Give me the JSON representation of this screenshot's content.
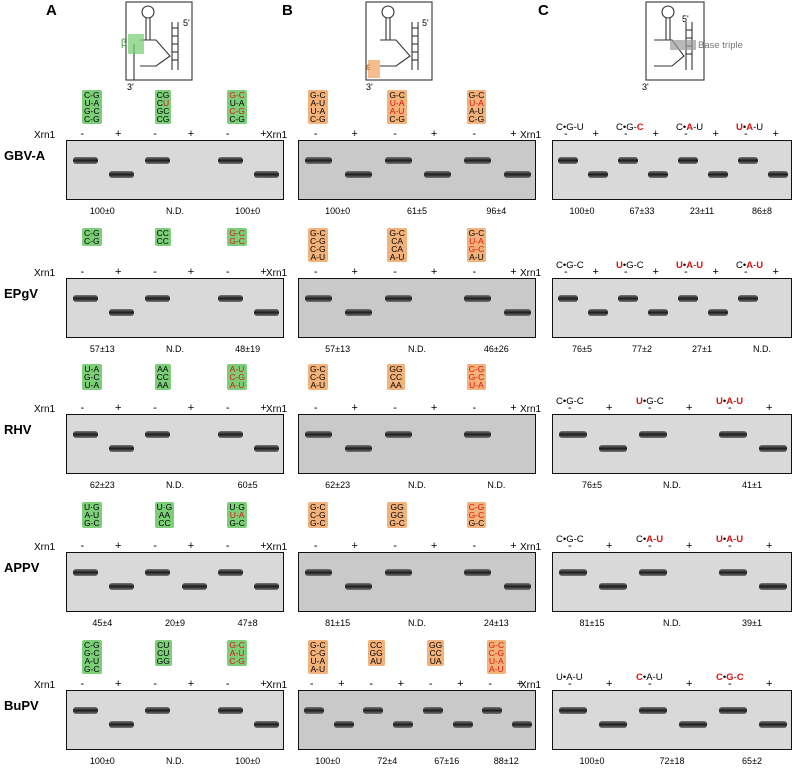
{
  "panels": {
    "a": "A",
    "b": "B",
    "c": "C"
  },
  "schematic": {
    "five_prime": "5'",
    "three_prime": "3'",
    "label_a": "β",
    "label_b": "ε",
    "label_c": "Base triple",
    "colors": {
      "a": "#7ccf78",
      "b": "#f3b27a",
      "c": "#9a9a9a"
    }
  },
  "common": {
    "xrn": "Xrn1",
    "minus": "-",
    "plus": "+"
  },
  "rows": [
    {
      "virus": "GBV-A",
      "a_seqs": [
        [
          [
            "C-G"
          ],
          [
            "U-A"
          ],
          [
            "G-C"
          ],
          [
            "C-G"
          ]
        ],
        [
          [
            "C",
            "G"
          ],
          [
            "C",
            "U",
            "red"
          ],
          [
            "G",
            "C"
          ],
          [
            "C",
            "G"
          ]
        ],
        [
          [
            "G-C",
            "red"
          ],
          [
            "U-A"
          ],
          [
            "C-G",
            "red"
          ],
          [
            "C-G"
          ]
        ]
      ],
      "a_vals": [
        "100±0",
        "N.D.",
        "100±0"
      ],
      "b_seqs": [
        [
          [
            "G-C"
          ],
          [
            "A-U"
          ],
          [
            "U-A"
          ],
          [
            "C-G"
          ]
        ],
        [
          [
            "G-C"
          ],
          [
            "U-A",
            "red"
          ],
          [
            "A-U",
            "red"
          ],
          [
            "C-G"
          ]
        ],
        [
          [
            "G-C"
          ],
          [
            "U-A",
            "red"
          ],
          [
            "A-U"
          ],
          [
            "C-G"
          ]
        ]
      ],
      "b_vals": [
        "100±0",
        "61±5",
        "96±4"
      ],
      "c_triples": [
        "C•G-U",
        "C•G-C",
        "C•A-U",
        "U•A-U"
      ],
      "c_vals": [
        "100±0",
        "67±33",
        "23±11",
        "86±8"
      ]
    },
    {
      "virus": "EPgV",
      "a_seqs": [
        [
          [
            "C-G"
          ],
          [
            "C-G"
          ]
        ],
        [
          [
            "C",
            "C"
          ],
          [
            "C",
            "C"
          ]
        ],
        [
          [
            "G-C",
            "red"
          ],
          [
            "G-C",
            "red"
          ]
        ]
      ],
      "a_vals": [
        "57±13",
        "N.D.",
        "48±19"
      ],
      "b_seqs": [
        [
          [
            "G-C"
          ],
          [
            "C-G"
          ],
          [
            "C-G"
          ],
          [
            "A-U"
          ]
        ],
        [
          [
            "G-C"
          ],
          [
            "C",
            "A"
          ],
          [
            "C",
            "A"
          ],
          [
            "A-U"
          ]
        ],
        [
          [
            "G-C"
          ],
          [
            "U-A",
            "red"
          ],
          [
            "G-C",
            "red"
          ],
          [
            "A-U"
          ]
        ]
      ],
      "b_vals": [
        "57±13",
        "N.D.",
        "46±26"
      ],
      "c_triples": [
        "C•G-C",
        "U•G-C",
        "U•A-U",
        "C•A-U"
      ],
      "c_vals": [
        "76±5",
        "77±2",
        "27±1",
        "N.D."
      ]
    },
    {
      "virus": "RHV",
      "a_seqs": [
        [
          [
            "U-A"
          ],
          [
            "G-C"
          ],
          [
            "U-A"
          ]
        ],
        [
          [
            "A",
            "A"
          ],
          [
            "C",
            "C"
          ],
          [
            "A",
            "A"
          ]
        ],
        [
          [
            "A-U",
            "red"
          ],
          [
            "C-G",
            "red"
          ],
          [
            "A-U",
            "red"
          ]
        ]
      ],
      "a_vals": [
        "62±23",
        "N.D.",
        "60±5"
      ],
      "b_seqs": [
        [
          [
            "G-C"
          ],
          [
            "C-G"
          ],
          [
            "A-U"
          ]
        ],
        [
          [
            "G",
            "G"
          ],
          [
            "C",
            "C"
          ],
          [
            "A",
            "A"
          ]
        ],
        [
          [
            "C-G",
            "red"
          ],
          [
            "G-C",
            "red"
          ],
          [
            "U-A",
            "red"
          ]
        ]
      ],
      "b_vals": [
        "62±23",
        "N.D.",
        "N.D."
      ],
      "c_triples": [
        "C•G-C",
        "U•G-C",
        "U•A-U"
      ],
      "c_vals": [
        "76±5",
        "N.D.",
        "41±1"
      ]
    },
    {
      "virus": "APPV",
      "a_seqs": [
        [
          [
            "U·G"
          ],
          [
            "A-U"
          ],
          [
            "G-C"
          ]
        ],
        [
          [
            "U·G"
          ],
          [
            "A",
            "A"
          ],
          [
            "C",
            "C"
          ]
        ],
        [
          [
            "U·G"
          ],
          [
            "U-A",
            "red"
          ],
          [
            "G-C"
          ]
        ]
      ],
      "a_vals": [
        "45±4",
        "20±9",
        "47±8"
      ],
      "b_seqs": [
        [
          [
            "G-C"
          ],
          [
            "C-G"
          ],
          [
            "G-C"
          ]
        ],
        [
          [
            "G",
            "G"
          ],
          [
            "G",
            "G"
          ],
          [
            "G-C"
          ]
        ],
        [
          [
            "C-G",
            "red"
          ],
          [
            "G-C",
            "red"
          ],
          [
            "G-C"
          ]
        ]
      ],
      "b_vals": [
        "81±15",
        "N.D.",
        "24±13"
      ],
      "c_triples": [
        "C•G-C",
        "C•A-U",
        "U•A-U"
      ],
      "c_vals": [
        "81±15",
        "N.D.",
        "39±1"
      ]
    },
    {
      "virus": "BuPV",
      "a_seqs": [
        [
          [
            "C-G"
          ],
          [
            "G-C"
          ],
          [
            "A-U"
          ],
          [
            "G-C"
          ]
        ],
        [
          [
            "C",
            "U"
          ],
          [
            "C",
            "U"
          ],
          [
            "G",
            "G"
          ]
        ],
        [
          [
            "G-C",
            "red"
          ],
          [
            "A-U",
            "red"
          ],
          [
            "C-G",
            "red"
          ]
        ]
      ],
      "a_vals": [
        "100±0",
        "N.D.",
        "100±0"
      ],
      "b_seqs": [
        [
          [
            "G-C"
          ],
          [
            "C-G"
          ],
          [
            "U-A"
          ],
          [
            "A-U"
          ]
        ],
        [
          [
            "C",
            "C"
          ],
          [
            "G",
            "G"
          ],
          [
            "A",
            "U"
          ]
        ],
        [
          [
            "G",
            "G"
          ],
          [
            "C",
            "C"
          ],
          [
            "U",
            "A"
          ]
        ],
        [
          [
            "G-C",
            "red"
          ],
          [
            "C-G",
            "red"
          ],
          [
            "U-A",
            "red"
          ],
          [
            "A-U",
            "red"
          ]
        ]
      ],
      "b_vals": [
        "100±0",
        "72±4",
        "67±16",
        "88±12"
      ],
      "c_triples": [
        "U•A-U",
        "C•A-U",
        "C•G-C"
      ],
      "c_vals": [
        "100±0",
        "72±18",
        "65±2"
      ]
    }
  ]
}
